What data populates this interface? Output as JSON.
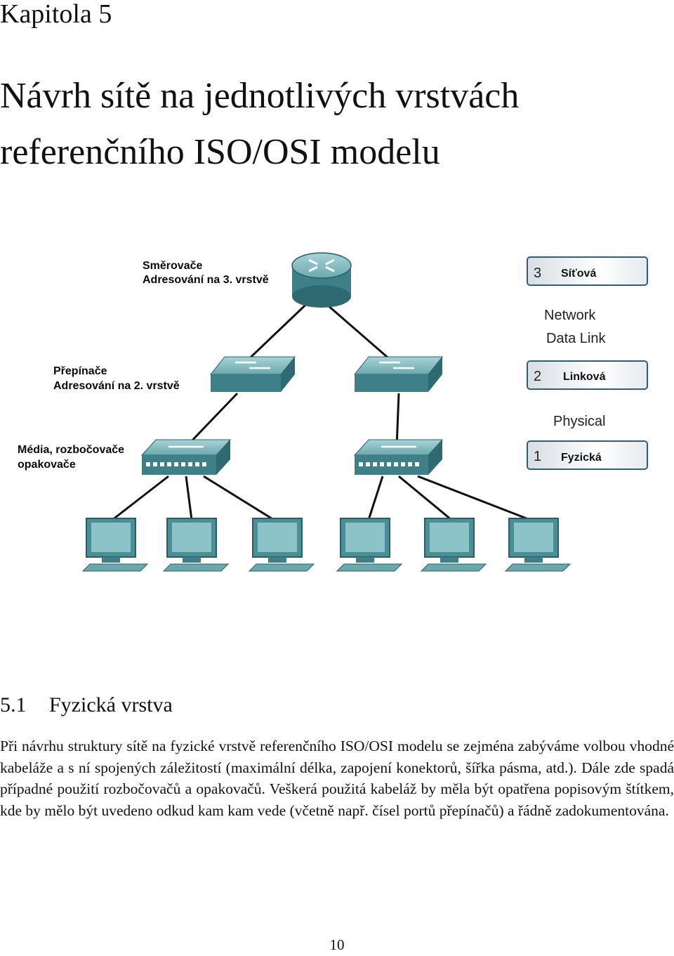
{
  "chapter": "Kapitola 5",
  "title": {
    "line1": "Návrh sítě na jednotlivých vrstvách",
    "line2": "referenčního ISO/OSI modelu"
  },
  "figure": {
    "labels": {
      "routers_1": "Směrovače",
      "routers_2": "Adresování na 3. vrstvě",
      "switches_1": "Přepínače",
      "switches_2": "Adresování na 2. vrstvě",
      "media_1": "Média, rozbočovače",
      "media_2": "opakovače"
    },
    "layers": [
      {
        "num": "3",
        "name": "Síťová"
      },
      {
        "num": "2",
        "name": "Linková"
      },
      {
        "num": "1",
        "name": "Fyzická"
      }
    ],
    "english": {
      "network": "Network",
      "datalink": "Data Link",
      "physical": "Physical"
    },
    "colors": {
      "device_teal": "#4a8f96",
      "device_dark": "#1f5560",
      "device_light": "#8cc3c8",
      "badge_border": "#2f5e7a"
    }
  },
  "section": {
    "number": "5.1",
    "title": "Fyzická vrstva"
  },
  "paragraph": "Při návrhu struktury sítě na fyzické vrstvě referenčního ISO/OSI modelu se zejména zabýváme volbou vhodné kabeláže a s ní spojených záležitostí (maximální délka, zapojení konektorů, šířka pásma, atd.). Dále zde spadá případné použití rozbočovačů a opakovačů. Veškerá použitá kabeláž by měla být opatřena popisovým štítkem, kde by mělo být uvedeno odkud kam kam vede (včetně např. čísel portů přepínačů) a řádně zadokumentována.",
  "page_number": "10"
}
